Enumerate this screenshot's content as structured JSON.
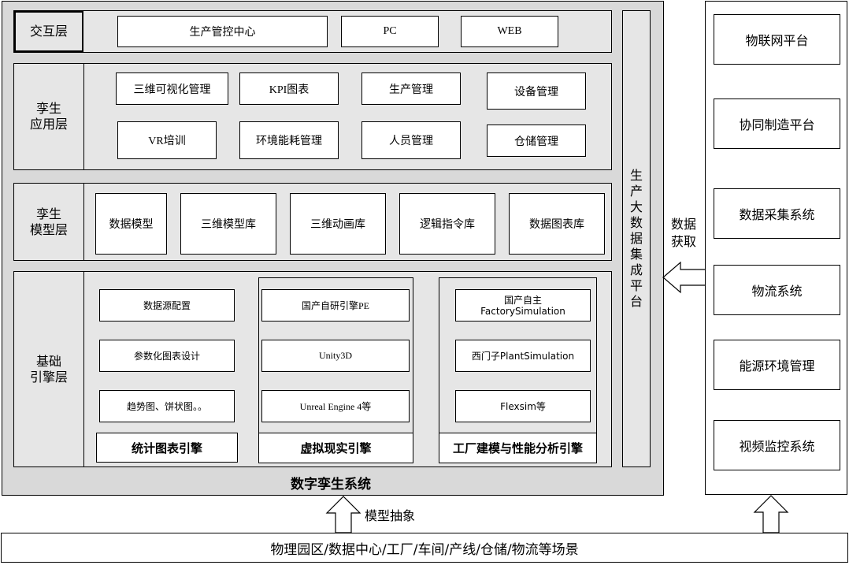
{
  "interaction_layer": {
    "label": "交互层",
    "items": [
      "生产管控中心",
      "PC",
      "WEB"
    ]
  },
  "application_layer": {
    "label": "孪生\n应用层",
    "items": [
      "三维可视化管理",
      "KPI图表",
      "生产管理",
      "设备管理",
      "VR培训",
      "环境能耗管理",
      "人员管理",
      "仓储管理"
    ]
  },
  "model_layer": {
    "label": "孪生\n模型层",
    "items": [
      "数据模型",
      "三维模型库",
      "三维动画库",
      "逻辑指令库",
      "数据图表库"
    ]
  },
  "engine_layer": {
    "label": "基础\n引擎层",
    "groups": [
      {
        "title": "统计图表引擎",
        "items": [
          "数据源配置",
          "参数化图表设计",
          "趋势图、饼状图。。"
        ]
      },
      {
        "title": "虚拟现实引擎",
        "items": [
          "国产自研引擎PE",
          "Unity3D",
          "Unreal Engine 4等"
        ]
      },
      {
        "title": "工厂建模与性能分析引擎",
        "items": [
          "国产自主\nFactorySimulation",
          "西门子PlantSimulation",
          "Flexsim等"
        ]
      }
    ]
  },
  "integration_platform": {
    "label": "生\n产\n大\n数\n据\n集\n成\n平\n台"
  },
  "system_title": "数字孪生系统",
  "data_acquisition_label": "数据\n获取",
  "model_abstraction_label": "模型抽象",
  "scene_bar": "物理园区/数据中心/工厂/车间/产线/仓储/物流等场景",
  "external_systems": [
    "物联网平台",
    "协同制造平台",
    "数据采集系统",
    "物流系统",
    "能源环境管理",
    "视频监控系统"
  ]
}
